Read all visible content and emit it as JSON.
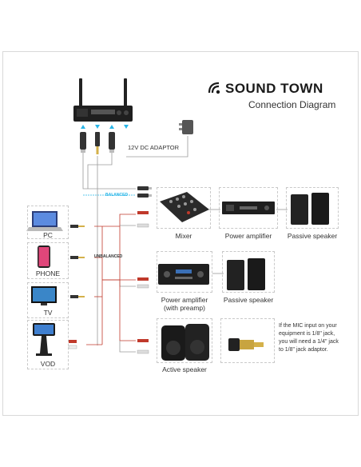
{
  "header": {
    "brand": "SOUND TOWN",
    "subtitle": "Connection Diagram"
  },
  "receiver": {
    "adaptor_label": "12V DC ADAPTOR"
  },
  "cable_labels": {
    "balanced": "BALANCED",
    "unbalanced": "UNBALANCED"
  },
  "sources": [
    {
      "label": "PC"
    },
    {
      "label": "PHONE"
    },
    {
      "label": "TV"
    },
    {
      "label": "VOD"
    }
  ],
  "outputs": {
    "mixer": "Mixer",
    "power_amplifier": "Power amplifier",
    "passive_speaker_1": "Passive speaker",
    "power_amplifier_preamp_line1": "Power amplifier",
    "power_amplifier_preamp_line2": "(with preamp)",
    "passive_speaker_2": "Passive speaker",
    "active_speaker": "Active speaker"
  },
  "adaptor_note": {
    "line1": "If the MIC input on your",
    "line2": "equipment is 1/8\" jack,",
    "line3": "you will need a 1/4\" jack",
    "line4": "to 1/8\" jack adaptor."
  },
  "colors": {
    "accent_cyan": "#29b6e8",
    "cable_red": "#c0392b",
    "cable_gray": "#9a9a9a",
    "device_dark": "#1f1f1f"
  }
}
